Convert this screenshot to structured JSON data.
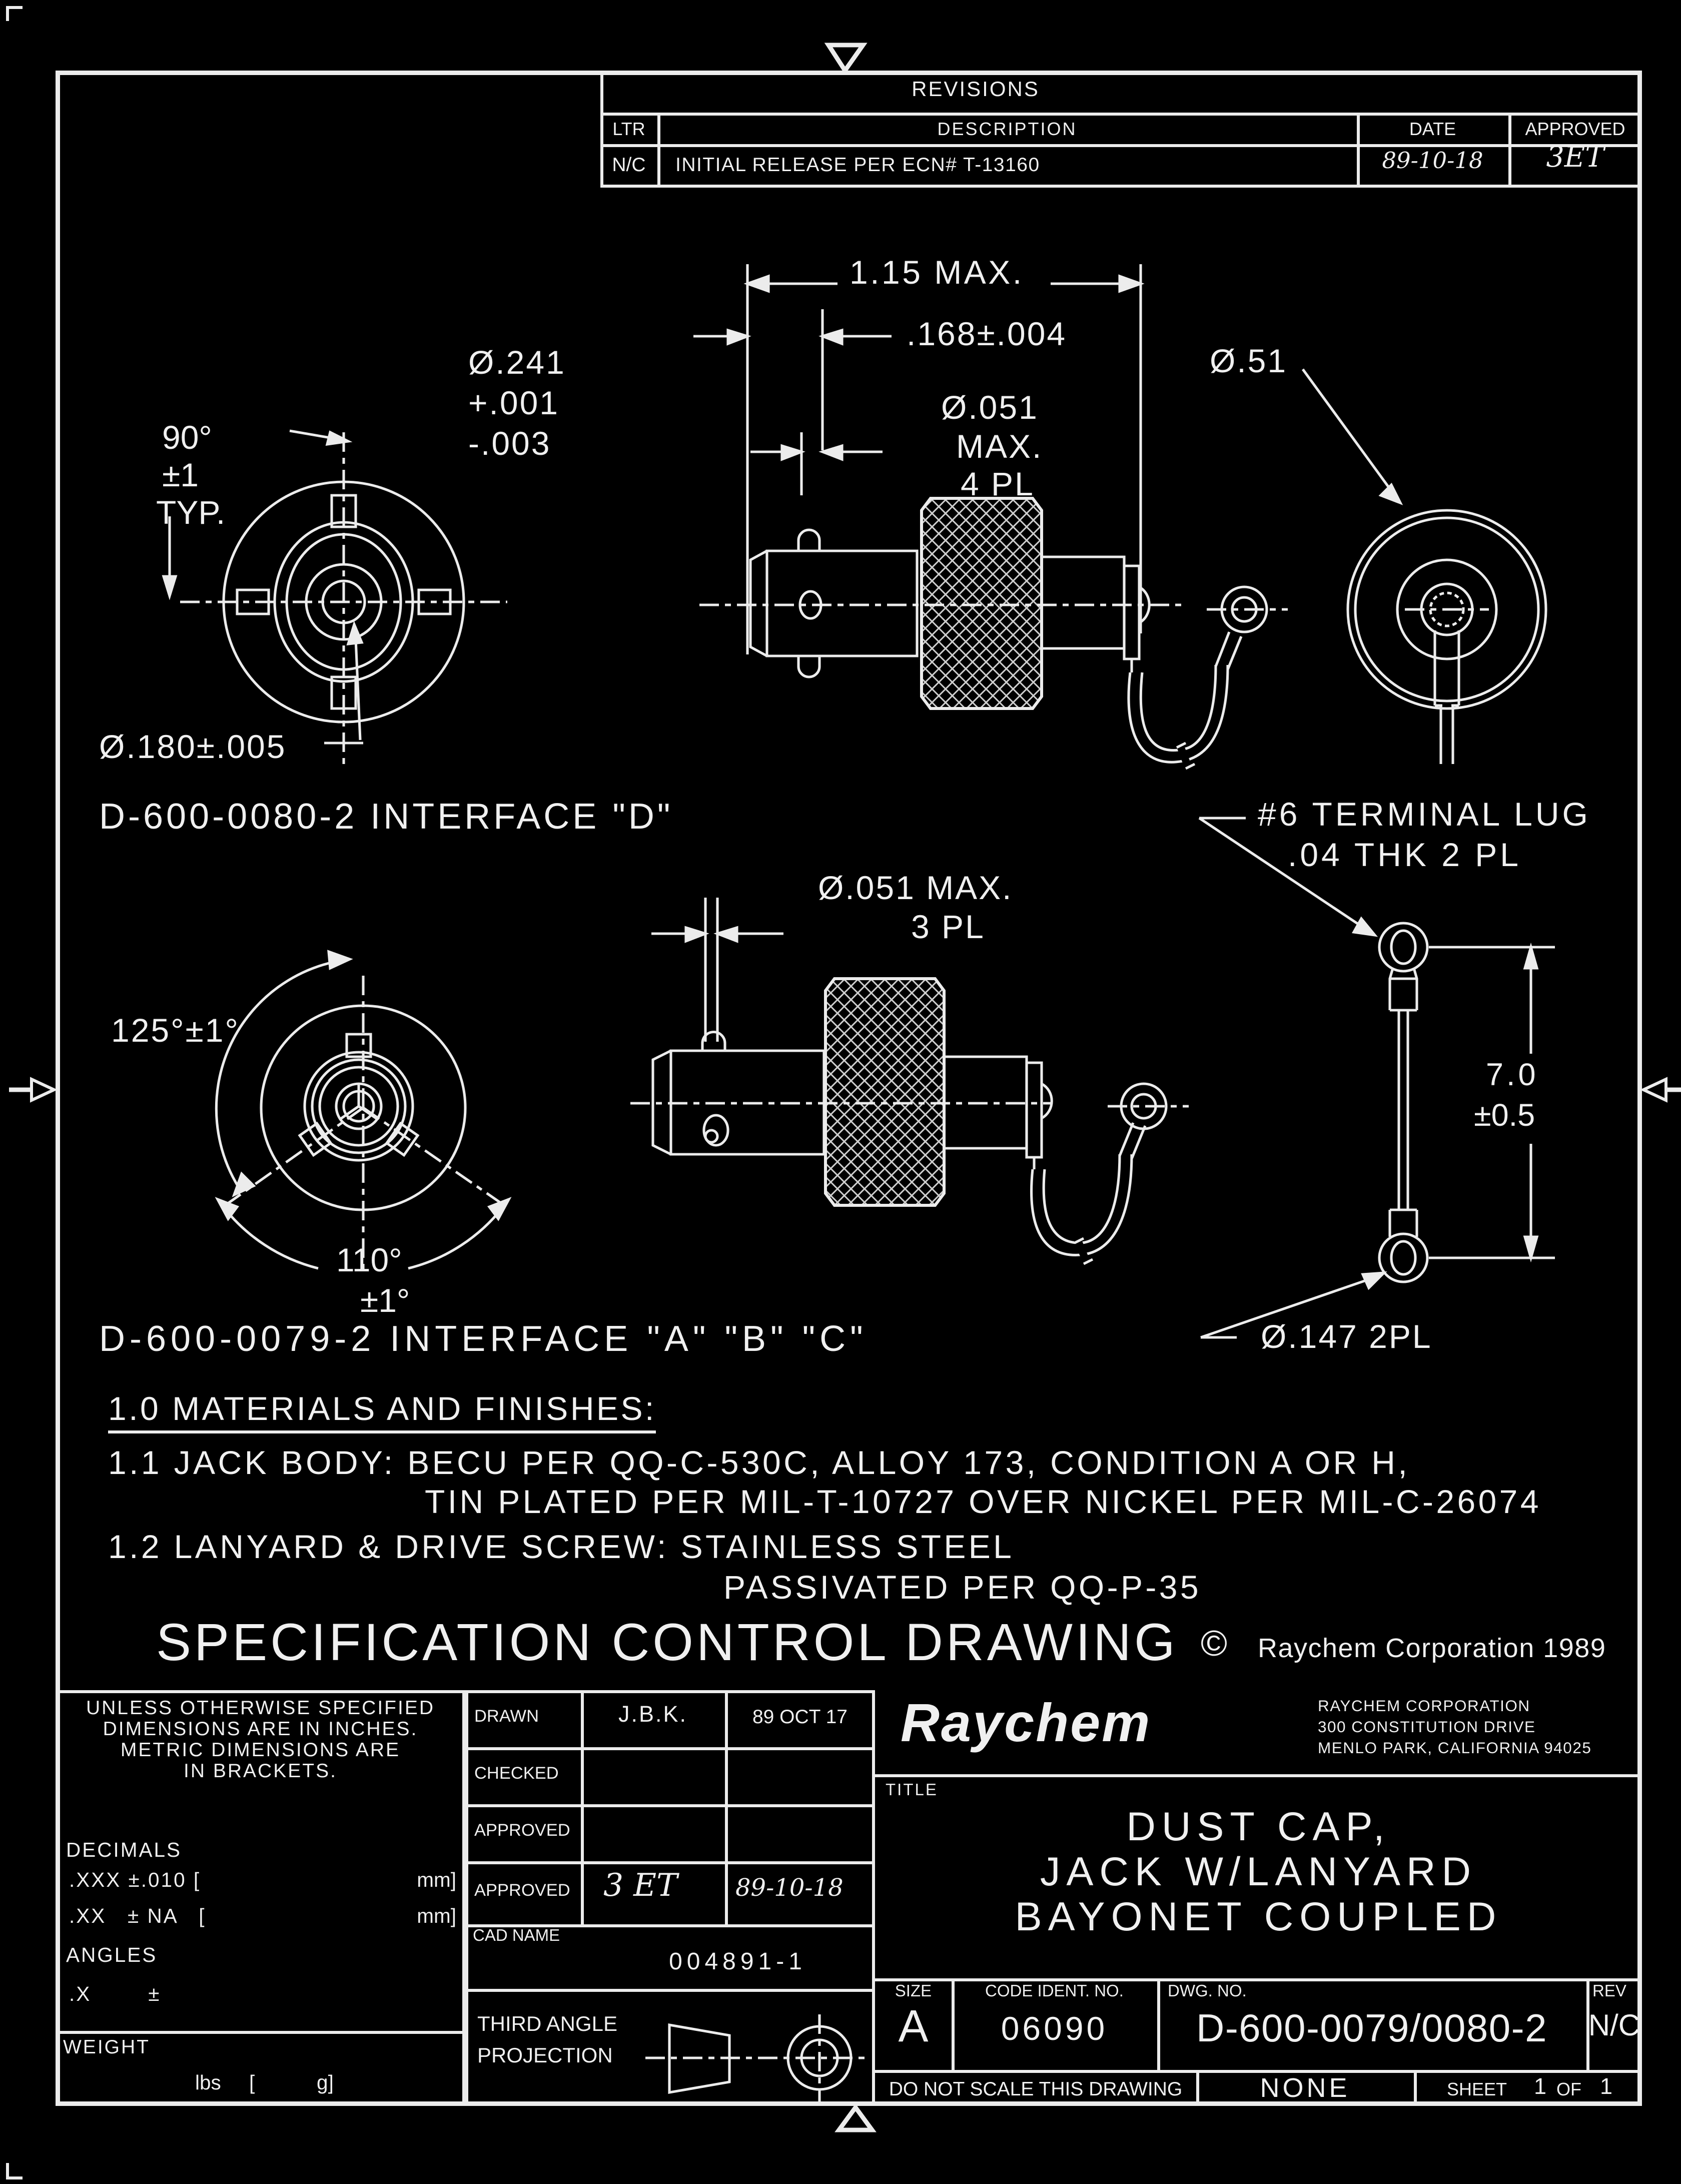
{
  "revisions": {
    "title": "REVISIONS",
    "headers": {
      "ltr": "LTR",
      "description": "DESCRIPTION",
      "date": "DATE",
      "approved": "APPROVED"
    },
    "row": {
      "ltr": "N/C",
      "description": "INITIAL RELEASE PER ECN# T-13160",
      "date": "89-10-18",
      "approved": "3ET"
    }
  },
  "annotations": {
    "dim_length": "1.15 MAX.",
    "dim_slot": ".168±.004",
    "dia_241": "Ø.241",
    "dia_241_plus": "+.001",
    "dia_241_minus": "-.003",
    "dia_051_4pl_1": "Ø.051",
    "dia_051_4pl_2": "MAX.",
    "dia_051_4pl_3": "4 PL",
    "dia_51": "Ø.51",
    "ang_90": "90°",
    "ang_90_tol": "±1",
    "ang_90_typ": "TYP.",
    "dia_180": "Ø.180±.005",
    "interface_d": "D-600-0080-2 INTERFACE \"D\"",
    "lug_line1": "#6 TERMINAL LUG",
    "lug_line2": ".04 THK 2 PL",
    "dia_051_3pl_1": "Ø.051 MAX.",
    "dia_051_3pl_2": "3 PL",
    "ang_125": "125°±1°",
    "ang_110": "110°",
    "ang_110_tol": "±1°",
    "interface_abc": "D-600-0079-2 INTERFACE \"A\" \"B\" \"C\"",
    "dim_lanyard": "7.0",
    "dim_lanyard_tol": "±0.5",
    "dia_147": "Ø.147 2PL"
  },
  "notes": {
    "n10": "1.0 MATERIALS AND FINISHES:",
    "n11": "1.1 JACK BODY: BECU PER QQ-C-530C, ALLOY 173, CONDITION A OR H,",
    "n11b": "TIN PLATED PER MIL-T-10727 OVER NICKEL PER MIL-C-26074",
    "n12": "1.2 LANYARD & DRIVE SCREW: STAINLESS STEEL",
    "n12b": "PASSIVATED PER QQ-P-35"
  },
  "spec_line": {
    "heading": "SPECIFICATION CONTROL DRAWING",
    "copyright_symbol": "©",
    "copyright": "Raychem Corporation 1989"
  },
  "title_block": {
    "tolerances": {
      "l1": "UNLESS OTHERWISE SPECIFIED",
      "l2": "DIMENSIONS ARE IN INCHES.",
      "l3": "METRIC DIMENSIONS ARE",
      "l4": "IN BRACKETS.",
      "decimals": "DECIMALS",
      "xxx": ".XXX ±.010 [",
      "xxx_unit": "mm]",
      "xx": ".XX   ± NA   [",
      "xx_unit": "mm]",
      "angles": "ANGLES",
      "x_row": ".X        ±",
      "weight": "WEIGHT",
      "weight_units": "lbs     [           g]"
    },
    "signoff": {
      "drawn_label": "DRAWN",
      "drawn_by": "J.B.K.",
      "drawn_date": "89 OCT 17",
      "checked_label": "CHECKED",
      "approved1_label": "APPROVED",
      "approved2_label": "APPROVED",
      "approved2_sig": "3 ET",
      "approved2_date": "89-10-18",
      "cad_label": "CAD NAME",
      "cad_value": "004891-1",
      "projection_l1": "THIRD ANGLE",
      "projection_l2": "PROJECTION"
    },
    "company": {
      "logo": "Raychem",
      "name": "RAYCHEM CORPORATION",
      "addr1": "300 CONSTITUTION DRIVE",
      "addr2": "MENLO PARK, CALIFORNIA 94025"
    },
    "title": {
      "label": "TITLE",
      "line1": "DUST CAP,",
      "line2": "JACK W/LANYARD",
      "line3": "BAYONET COUPLED"
    },
    "size": {
      "label": "SIZE",
      "value": "A"
    },
    "code_ident": {
      "label": "CODE IDENT. NO.",
      "value": "06090"
    },
    "dwg": {
      "label": "DWG. NO.",
      "value": "D-600-0079/0080-2"
    },
    "rev": {
      "label": "REV",
      "value": "N/C"
    },
    "footer": {
      "do_not_scale": "DO NOT SCALE THIS DRAWING",
      "scale": "NONE",
      "sheet_label": "SHEET",
      "sheet_num": "1",
      "of_label": "OF",
      "sheet_total": "1"
    }
  }
}
